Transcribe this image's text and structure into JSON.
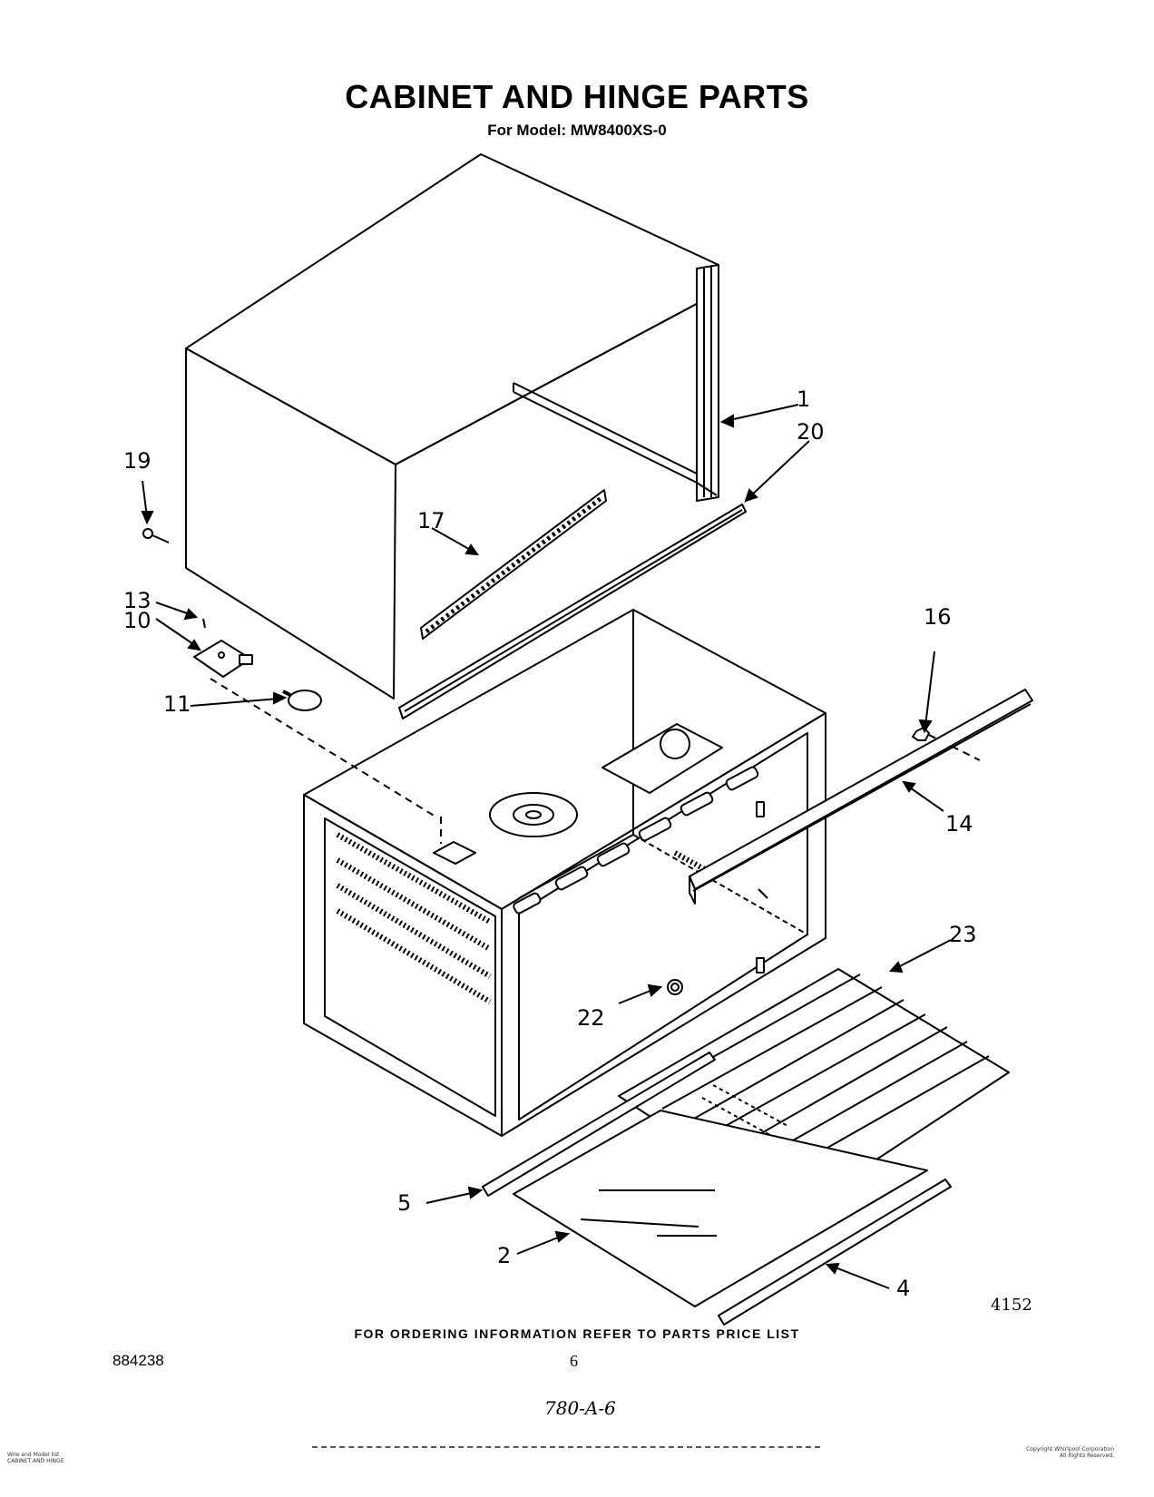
{
  "header": {
    "title": "CABINET AND HINGE PARTS",
    "subtitle": "For Model: MW8400XS-0"
  },
  "callouts": {
    "c1": "1",
    "c2": "2",
    "c4": "4",
    "c5": "5",
    "c10": "10",
    "c11": "11",
    "c13": "13",
    "c14": "14",
    "c16": "16",
    "c17": "17",
    "c19": "19",
    "c20": "20",
    "c22": "22",
    "c23": "23"
  },
  "footer": {
    "ordering_note": "FOR ORDERING INFORMATION REFER TO PARTS PRICE LIST",
    "doc_number": "884238",
    "page_number": "6",
    "figure_number": "4152",
    "handwritten": "780-A-6",
    "fine_print_left": "Wire and Model list\nCABINET AND HINGE",
    "fine_print_right": "Copyright Whirlpool Corporation\nAll Rights Reserved."
  }
}
